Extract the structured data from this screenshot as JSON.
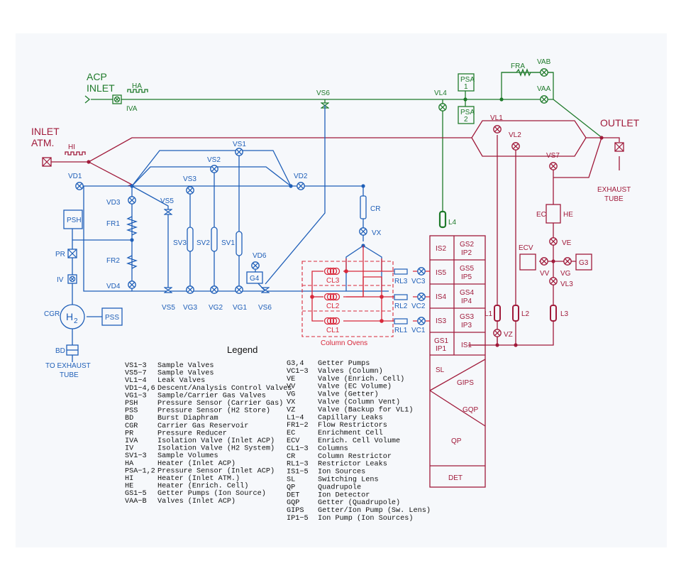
{
  "inlet_acp": {
    "label1": "ACP",
    "label2": "INLET",
    "heater": "HA",
    "valve": "IVA"
  },
  "inlet_atm": {
    "label1": "INLET",
    "label2": "ATM.",
    "heater": "HI"
  },
  "outlet": {
    "label": "OUTLET",
    "exhaust1": "EXHAUST",
    "exhaust2": "TUBE"
  },
  "green_components": {
    "fra": "FRA",
    "vab": "VAB",
    "vaa": "VAA",
    "psa1a": "PSA",
    "psa1b": "1",
    "psa2a": "PSA",
    "psa2b": "2",
    "vl4": "VL4",
    "vs6_top": "VS6",
    "l4": "L4"
  },
  "blue_components": {
    "vd1": "VD1",
    "vd2": "VD2",
    "vd3": "VD3",
    "vd4": "VD4",
    "vd6": "VD6",
    "vs1": "VS1",
    "vs2": "VS2",
    "vs3": "VS3",
    "vs5": "VS5",
    "vs6": "VS6",
    "vg1": "VG1",
    "vg2": "VG2",
    "vg3": "VG3",
    "vs5b": "VS5",
    "sv1": "SV1",
    "sv2": "SV2",
    "sv3": "SV3",
    "g4": "G4",
    "fr1": "FR1",
    "fr2": "FR2",
    "psh": "PSH",
    "pr": "PR",
    "iv": "IV",
    "cgr": "CGR",
    "h2": "H",
    "h2sub": "2",
    "pss": "PSS",
    "bd": "BD",
    "to_exhaust1": "TO EXHAUST",
    "to_exhaust2": "TUBE",
    "cr": "CR",
    "vx": "VX"
  },
  "red_components": {
    "cl1": "CL1",
    "cl2": "CL2",
    "cl3": "CL3",
    "column_ovens": "Column Ovens",
    "rl1": "RL1",
    "rl2": "RL2",
    "rl3": "RL3",
    "vc1": "VC1",
    "vc2": "VC2",
    "vc3": "VC3"
  },
  "maroon_components": {
    "vl1": "VL1",
    "vl2": "VL2",
    "vs7": "VS7",
    "ec": "EC",
    "he": "HE",
    "ve": "VE",
    "ecv": "ECV",
    "vv": "VV",
    "vg": "VG",
    "g3": "G3",
    "vl3": "VL3",
    "l1": "L1",
    "l2": "L2",
    "l3": "L3",
    "vz": "VZ"
  },
  "stack": {
    "is2": "IS2",
    "gs2": "GS2",
    "ip2": "IP2",
    "is5": "IS5",
    "gs5": "GS5",
    "ip5": "IP5",
    "is4": "IS4",
    "gs4": "GS4",
    "ip4": "IP4",
    "is3": "IS3",
    "gs3": "GS3",
    "ip3": "IP3",
    "gs1": "GS1",
    "ip1": "IP1",
    "is1": "IS1",
    "sl": "SL",
    "gips": "GIPS",
    "gqp": "GQP",
    "qp": "QP",
    "det": "DET"
  },
  "legend": {
    "title": "Legend",
    "left": [
      {
        "code": "VS1−3",
        "desc": "Sample Valves"
      },
      {
        "code": "VS5−7",
        "desc": "Sample Valves"
      },
      {
        "code": "VL1−4",
        "desc": "Leak Valves"
      },
      {
        "code": "VD1−4,6",
        "desc": "Descent/Analysis Control Valves"
      },
      {
        "code": "VG1−3",
        "desc": "Sample/Carrier Gas Valves"
      },
      {
        "code": "PSH",
        "desc": "Pressure Sensor (Carrier Gas)"
      },
      {
        "code": "PSS",
        "desc": "Pressure Sensor (H2 Store)"
      },
      {
        "code": "BD",
        "desc": "Burst Diaphram"
      },
      {
        "code": "CGR",
        "desc": "Carrier Gas Reservoir"
      },
      {
        "code": "PR",
        "desc": "Pressure Reducer"
      },
      {
        "code": "IVA",
        "desc": "Isolation Valve (Inlet ACP)"
      },
      {
        "code": "IV",
        "desc": "Isolation Valve (H2 System)"
      },
      {
        "code": "SV1−3",
        "desc": "Sample Volumes"
      },
      {
        "code": "HA",
        "desc": "Heater (Inlet ACP)"
      },
      {
        "code": "PSA−1,2",
        "desc": "Pressure Sensor (Inlet ACP)"
      },
      {
        "code": "HI",
        "desc": "Heater (Inlet ATM.)"
      },
      {
        "code": "HE",
        "desc": "Heater (Enrich. Cell)"
      },
      {
        "code": "GS1−5",
        "desc": "Getter Pumps (Ion Source)"
      },
      {
        "code": "VAA−B",
        "desc": "Valves (Inlet ACP)"
      }
    ],
    "right": [
      {
        "code": "G3,4",
        "desc": "Getter Pumps"
      },
      {
        "code": "VC1−3",
        "desc": "Valves (Column)"
      },
      {
        "code": "VE",
        "desc": "Valve (Enrich. Cell)"
      },
      {
        "code": "VV",
        "desc": "Valve (EC Volume)"
      },
      {
        "code": "VG",
        "desc": "Valve (Getter)"
      },
      {
        "code": "VX",
        "desc": "Valve (Column Vent)"
      },
      {
        "code": "VZ",
        "desc": "Valve (Backup for VL1)"
      },
      {
        "code": "L1−4",
        "desc": "Capillary Leaks"
      },
      {
        "code": "FR1−2",
        "desc": "Flow Restrictors"
      },
      {
        "code": "EC",
        "desc": "Enrichment Cell"
      },
      {
        "code": "ECV",
        "desc": "Enrich. Cell Volume"
      },
      {
        "code": "CL1−3",
        "desc": "Columns"
      },
      {
        "code": "CR",
        "desc": "Column Restrictor"
      },
      {
        "code": "RL1−3",
        "desc": "Restrictor Leaks"
      },
      {
        "code": "IS1−5",
        "desc": "Ion Sources"
      },
      {
        "code": "SL",
        "desc": "Switching Lens"
      },
      {
        "code": "QP",
        "desc": "Quadrupole"
      },
      {
        "code": "DET",
        "desc": "Ion Detector"
      },
      {
        "code": "GQP",
        "desc": "Getter (Quadrupole)"
      },
      {
        "code": "GIPS",
        "desc": "Getter/Ion Pump (Sw. Lens)"
      },
      {
        "code": "IP1−5",
        "desc": "Ion Pump (Ion Sources)"
      }
    ]
  }
}
